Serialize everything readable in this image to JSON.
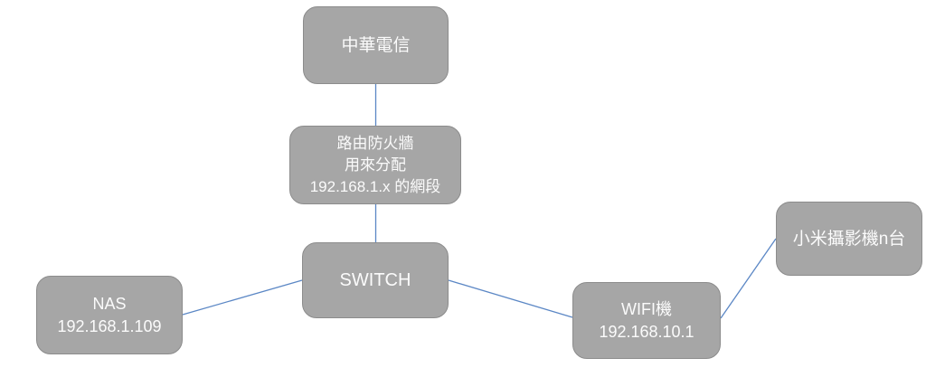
{
  "diagram": {
    "title": "network-topology-diagram",
    "colors": {
      "node_fill": "#a6a6a6",
      "node_border": "#8c8c8c",
      "node_text": "#fbfbfb",
      "connector": "#5b87c5",
      "background": "#ffffff"
    },
    "nodes": {
      "isp": {
        "label": "中華電信"
      },
      "router": {
        "line1": "路由防火牆",
        "line2": "用來分配",
        "line3": "192.168.1.x 的網段"
      },
      "switch": {
        "label": "SWITCH"
      },
      "nas": {
        "line1": "NAS",
        "line2": "192.168.1.109"
      },
      "wifi": {
        "line1": "WIFI機",
        "line2": "192.168.10.1"
      },
      "camera": {
        "label": "小米攝影機n台"
      }
    },
    "edges": [
      {
        "from": "isp",
        "to": "router"
      },
      {
        "from": "router",
        "to": "switch"
      },
      {
        "from": "switch",
        "to": "nas"
      },
      {
        "from": "switch",
        "to": "wifi"
      },
      {
        "from": "wifi",
        "to": "camera"
      }
    ]
  }
}
